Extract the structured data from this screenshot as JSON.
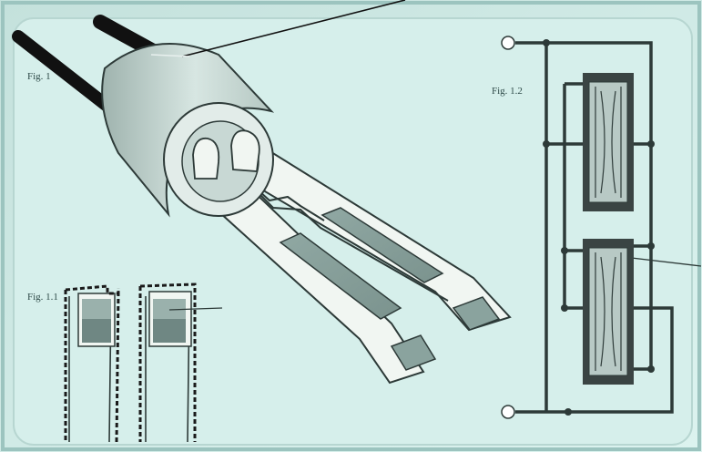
{
  "figures": {
    "fig1": "Fig. 1",
    "fig1_1": "Fig. 1.1",
    "fig1_2": "Fig. 1.2"
  },
  "colors": {
    "background": "#cfe9e6",
    "panel": "#d8f0ec",
    "line": "#2d3a38",
    "pad": "#8aa39e",
    "pad_dark": "#5e7571",
    "sleeve": "#c2d4cf",
    "strip": "#f1f6f2"
  }
}
